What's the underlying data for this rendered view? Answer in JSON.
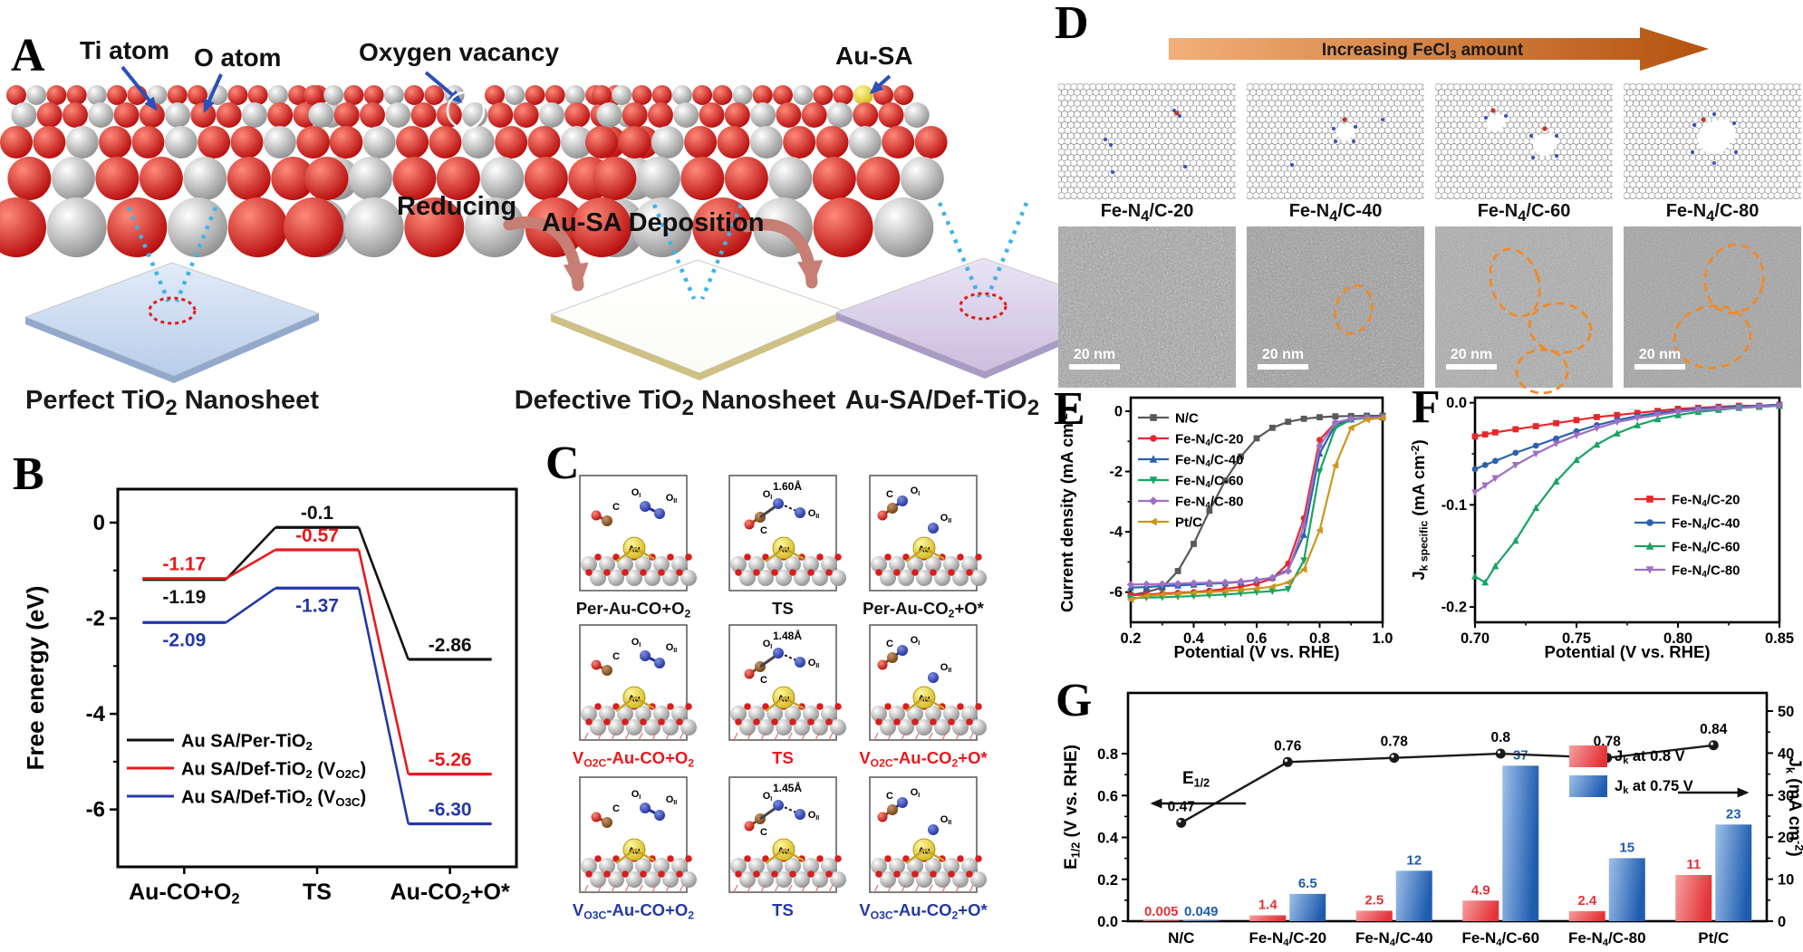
{
  "panelA": {
    "letter": "A",
    "labels": {
      "ti_atom": "Ti atom",
      "o_atom": "O atom",
      "oxygen_vacancy": "Oxygen vacancy",
      "au_sa": "Au-SA",
      "reducing": "Reducing",
      "au_sa_deposition": "Au-SA Deposition"
    },
    "captions": [
      "Perfect TiO_{2} Nanosheet",
      "Defective TiO_{2} Nanosheet",
      "Au-SA/Def-TiO_{2}"
    ],
    "colors": {
      "ti_sphere": "#b9b9b9",
      "o_sphere": "#d81414",
      "au_sphere": "#e8df3a",
      "sheet_perfect": "#cfdff4",
      "sheet_defective": "#ffffff",
      "sheet_ausa": "#d9cfe9",
      "arrow_pink": "#c77e74",
      "beam_blue": "#3fb3e8"
    }
  },
  "panelC": {
    "letter": "C",
    "atom_labels": {
      "c": "C",
      "o1": "O_{I}",
      "o2": "O_{II}",
      "au": "Au"
    },
    "rows": [
      {
        "color": "#111111",
        "cells": [
          {
            "caption": "Per-Au-CO+O_{2}",
            "variant": "initial"
          },
          {
            "caption": "TS",
            "variant": "ts",
            "distance": "1.60Å"
          },
          {
            "caption": "Per-Au-CO_{2}+O*",
            "variant": "final"
          }
        ]
      },
      {
        "color": "#e8191d",
        "cells": [
          {
            "caption": "V_{O2C}-Au-CO+O_{2}",
            "variant": "initial"
          },
          {
            "caption": "TS",
            "variant": "ts",
            "distance": "1.48Å"
          },
          {
            "caption": "V_{O2C}-Au-CO_{2}+O*",
            "variant": "final"
          }
        ]
      },
      {
        "color": "#2438a6",
        "cells": [
          {
            "caption": "V_{O3C}-Au-CO+O_{2}",
            "variant": "initial"
          },
          {
            "caption": "TS",
            "variant": "ts",
            "distance": "1.45Å"
          },
          {
            "caption": "V_{O3C}-Au-CO_{2}+O*",
            "variant": "final"
          }
        ]
      }
    ]
  },
  "panelD": {
    "letter": "D",
    "arrow_label": "Increasing FeCl_{3} amount",
    "sample_labels": [
      "Fe-N_{4}/C-20",
      "Fe-N_{4}/C-40",
      "Fe-N_{4}/C-60",
      "Fe-N_{4}/C-80"
    ],
    "scale_bar_label": "20 nm",
    "colors": {
      "arrow_light": "#f2b078",
      "arrow_dark": "#b4520e",
      "outline_orange": "#f08a28"
    }
  },
  "panelE": {
    "letter": "E"
  },
  "panelF": {
    "letter": "F"
  },
  "panelG": {
    "letter": "G"
  },
  "chart_data": [
    {
      "id": "B",
      "type": "line",
      "subtype": "energy-profile",
      "ylabel": "Free energy (eV)",
      "ylim": [
        -7.2,
        0.7
      ],
      "yticks": [
        0,
        -2,
        -4,
        -6
      ],
      "ytick_labels": [
        "0",
        "-2",
        "-4",
        "-6"
      ],
      "yminor": [
        -1,
        -3,
        -5
      ],
      "categories": [
        "Au-CO+O_{2}",
        "TS",
        "Au-CO_{2}+O*"
      ],
      "series": [
        {
          "name": "Au SA/Per-TiO_{2}",
          "color": "#111111",
          "levels": [
            -1.19,
            -0.1,
            -2.86
          ],
          "level_labels": [
            "-1.19",
            "-0.1",
            "-2.86"
          ],
          "label_side": [
            "below",
            "above",
            "above"
          ]
        },
        {
          "name": "Au SA/Def-TiO_{2} (V_{O2C})",
          "color": "#e8191d",
          "levels": [
            -1.17,
            -0.57,
            -5.26
          ],
          "level_labels": [
            "-1.17",
            "-0.57",
            "-5.26"
          ],
          "label_side": [
            "above",
            "above",
            "above"
          ]
        },
        {
          "name": "Au SA/Def-TiO_{2} (V_{O3C})",
          "color": "#2438a6",
          "levels": [
            -2.09,
            -1.37,
            -6.3
          ],
          "level_labels": [
            "-2.09",
            "-1.37",
            "-6.30"
          ],
          "label_side": [
            "below",
            "below",
            "above"
          ]
        }
      ],
      "legend_position": "bottom-left"
    },
    {
      "id": "E",
      "type": "line",
      "xlabel": "Potential (V vs. RHE)",
      "ylabel": "Current density (mA cm^{-2})",
      "xlim": [
        0.2,
        1.0
      ],
      "ylim": [
        -7.0,
        0.45
      ],
      "xticks": [
        0.2,
        0.4,
        0.6,
        0.8,
        1.0
      ],
      "xtick_labels": [
        "0.2",
        "0.4",
        "0.6",
        "0.8",
        "1.0"
      ],
      "xminor": [
        0.3,
        0.5,
        0.7,
        0.9
      ],
      "yticks": [
        0,
        -2,
        -4,
        -6
      ],
      "ytick_labels": [
        "0",
        "-2",
        "-4",
        "-6"
      ],
      "yminor": [
        -1,
        -3,
        -5
      ],
      "legend_position": "top-left",
      "x": [
        0.2,
        0.25,
        0.3,
        0.35,
        0.4,
        0.45,
        0.5,
        0.55,
        0.6,
        0.65,
        0.7,
        0.75,
        0.8,
        0.85,
        0.9,
        0.95,
        1.0
      ],
      "series": [
        {
          "name": "N/C",
          "color": "#58595b",
          "marker": "square",
          "y": [
            -6.1,
            -6.0,
            -5.85,
            -5.3,
            -4.4,
            -3.3,
            -2.3,
            -1.5,
            -0.9,
            -0.55,
            -0.35,
            -0.25,
            -0.2,
            -0.17,
            -0.16,
            -0.15,
            -0.15
          ]
        },
        {
          "name": "Fe-N_{4}/C-20",
          "color": "#e8272c",
          "marker": "circle",
          "y": [
            -6.1,
            -6.08,
            -6.05,
            -6.02,
            -6.0,
            -5.95,
            -5.9,
            -5.82,
            -5.72,
            -5.55,
            -5.05,
            -3.55,
            -0.95,
            -0.38,
            -0.26,
            -0.22,
            -0.2
          ]
        },
        {
          "name": "Fe-N_{4}/C-40",
          "color": "#2b62ad",
          "marker": "triangle-up",
          "y": [
            -5.85,
            -5.83,
            -5.8,
            -5.78,
            -5.75,
            -5.72,
            -5.7,
            -5.66,
            -5.6,
            -5.52,
            -5.25,
            -4.1,
            -1.4,
            -0.45,
            -0.27,
            -0.22,
            -0.2
          ]
        },
        {
          "name": "Fe-N_{4}/C-60",
          "color": "#17a465",
          "marker": "triangle-down",
          "y": [
            -6.2,
            -6.18,
            -6.17,
            -6.15,
            -6.13,
            -6.1,
            -6.08,
            -6.04,
            -6.0,
            -5.97,
            -5.9,
            -4.95,
            -2.0,
            -0.55,
            -0.28,
            -0.22,
            -0.2
          ]
        },
        {
          "name": "Fe-N_{4}/C-80",
          "color": "#9f6fc4",
          "marker": "diamond",
          "y": [
            -5.75,
            -5.74,
            -5.73,
            -5.72,
            -5.7,
            -5.69,
            -5.68,
            -5.65,
            -5.6,
            -5.52,
            -5.3,
            -3.8,
            -1.15,
            -0.38,
            -0.25,
            -0.21,
            -0.2
          ]
        },
        {
          "name": "Pt/C",
          "color": "#c8981e",
          "marker": "triangle-left",
          "y": [
            -6.25,
            -6.12,
            -6.08,
            -6.05,
            -6.02,
            -6.0,
            -5.97,
            -5.93,
            -5.88,
            -5.82,
            -5.68,
            -5.25,
            -3.95,
            -1.8,
            -0.55,
            -0.28,
            -0.22
          ]
        }
      ]
    },
    {
      "id": "F",
      "type": "line",
      "xlabel": "Potential (V vs. RHE)",
      "ylabel": "J_{k specific} (mA cm^{-2})",
      "xlim": [
        0.7,
        0.85
      ],
      "ylim": [
        -0.215,
        0.005
      ],
      "xticks": [
        0.7,
        0.75,
        0.8,
        0.85
      ],
      "xtick_labels": [
        "0.70",
        "0.75",
        "0.80",
        "0.85"
      ],
      "xminor": [
        0.725,
        0.775,
        0.825
      ],
      "yticks": [
        0,
        -0.1,
        -0.2
      ],
      "ytick_labels": [
        "0.0",
        "-0.1",
        "-0.2"
      ],
      "yminor": [
        -0.05,
        -0.15
      ],
      "legend_position": "middle-right",
      "x": [
        0.7,
        0.705,
        0.71,
        0.72,
        0.73,
        0.74,
        0.75,
        0.76,
        0.77,
        0.78,
        0.79,
        0.8,
        0.81,
        0.82,
        0.83,
        0.84,
        0.85
      ],
      "series": [
        {
          "name": "Fe-N_{4}/C-20",
          "color": "#e8272c",
          "marker": "square",
          "y": [
            -0.033,
            -0.031,
            -0.029,
            -0.026,
            -0.023,
            -0.02,
            -0.017,
            -0.014,
            -0.012,
            -0.01,
            -0.008,
            -0.006,
            -0.005,
            -0.004,
            -0.003,
            -0.003,
            -0.002
          ]
        },
        {
          "name": "Fe-N_{4}/C-40",
          "color": "#2b62ad",
          "marker": "circle",
          "y": [
            -0.065,
            -0.061,
            -0.057,
            -0.049,
            -0.042,
            -0.035,
            -0.028,
            -0.022,
            -0.017,
            -0.013,
            -0.01,
            -0.008,
            -0.006,
            -0.005,
            -0.004,
            -0.003,
            -0.002
          ]
        },
        {
          "name": "Fe-N_{4}/C-60",
          "color": "#17a465",
          "marker": "triangle-up",
          "y": [
            -0.17,
            -0.176,
            -0.16,
            -0.135,
            -0.103,
            -0.077,
            -0.056,
            -0.041,
            -0.03,
            -0.022,
            -0.016,
            -0.012,
            -0.009,
            -0.007,
            -0.005,
            -0.004,
            -0.003
          ]
        },
        {
          "name": "Fe-N_{4}/C-80",
          "color": "#9f6fc4",
          "marker": "triangle-down",
          "y": [
            -0.088,
            -0.081,
            -0.074,
            -0.061,
            -0.05,
            -0.04,
            -0.032,
            -0.025,
            -0.019,
            -0.015,
            -0.012,
            -0.009,
            -0.007,
            -0.006,
            -0.005,
            -0.004,
            -0.003
          ]
        }
      ]
    },
    {
      "id": "G",
      "type": "bar+line",
      "categories": [
        "N/C",
        "Fe-N_{4}/C-20",
        "Fe-N_{4}/C-40",
        "Fe-N_{4}/C-60",
        "Fe-N_{4}/C-80",
        "Pt/C"
      ],
      "left_axis": {
        "label": "E_{1/2} (V vs. RHE)",
        "ticks": [
          0.0,
          0.2,
          0.4,
          0.6,
          0.8
        ],
        "tick_labels": [
          "0.0",
          "0.2",
          "0.4",
          "0.6",
          "0.8"
        ],
        "max": 1.09
      },
      "right_axis": {
        "label": "J_{k} (mA cm^{-2})",
        "ticks": [
          0,
          10,
          20,
          30,
          40,
          50
        ],
        "tick_labels": [
          "0",
          "10",
          "20",
          "30",
          "40",
          "50"
        ],
        "minor": [
          5,
          15,
          25,
          35,
          45
        ],
        "max": 50
      },
      "line_series": {
        "name": "E_{1/2}",
        "color": "#1a1a1a",
        "values": [
          0.47,
          0.76,
          0.78,
          0.8,
          0.78,
          0.84
        ],
        "value_labels": [
          "0.47",
          "0.76",
          "0.78",
          "0.8",
          "0.78",
          "0.84"
        ]
      },
      "bar_series": [
        {
          "name": "J_{k} at 0.8 V",
          "color": "#e33338",
          "color_light": "#f6a0a0",
          "values": [
            0.005,
            1.4,
            2.5,
            4.9,
            2.4,
            11
          ],
          "value_labels": [
            "0.005",
            "1.4",
            "2.5",
            "4.9",
            "2.4",
            "11"
          ]
        },
        {
          "name": "J_{k} at 0.75 V",
          "color": "#1f5cae",
          "color_light": "#9fc0ea",
          "values": [
            0.049,
            6.5,
            12,
            37,
            15,
            23
          ],
          "value_labels": [
            "0.049",
            "6.5",
            "12",
            "37",
            "15",
            "23"
          ]
        }
      ],
      "annotation_left": "E_{1/2}"
    }
  ]
}
